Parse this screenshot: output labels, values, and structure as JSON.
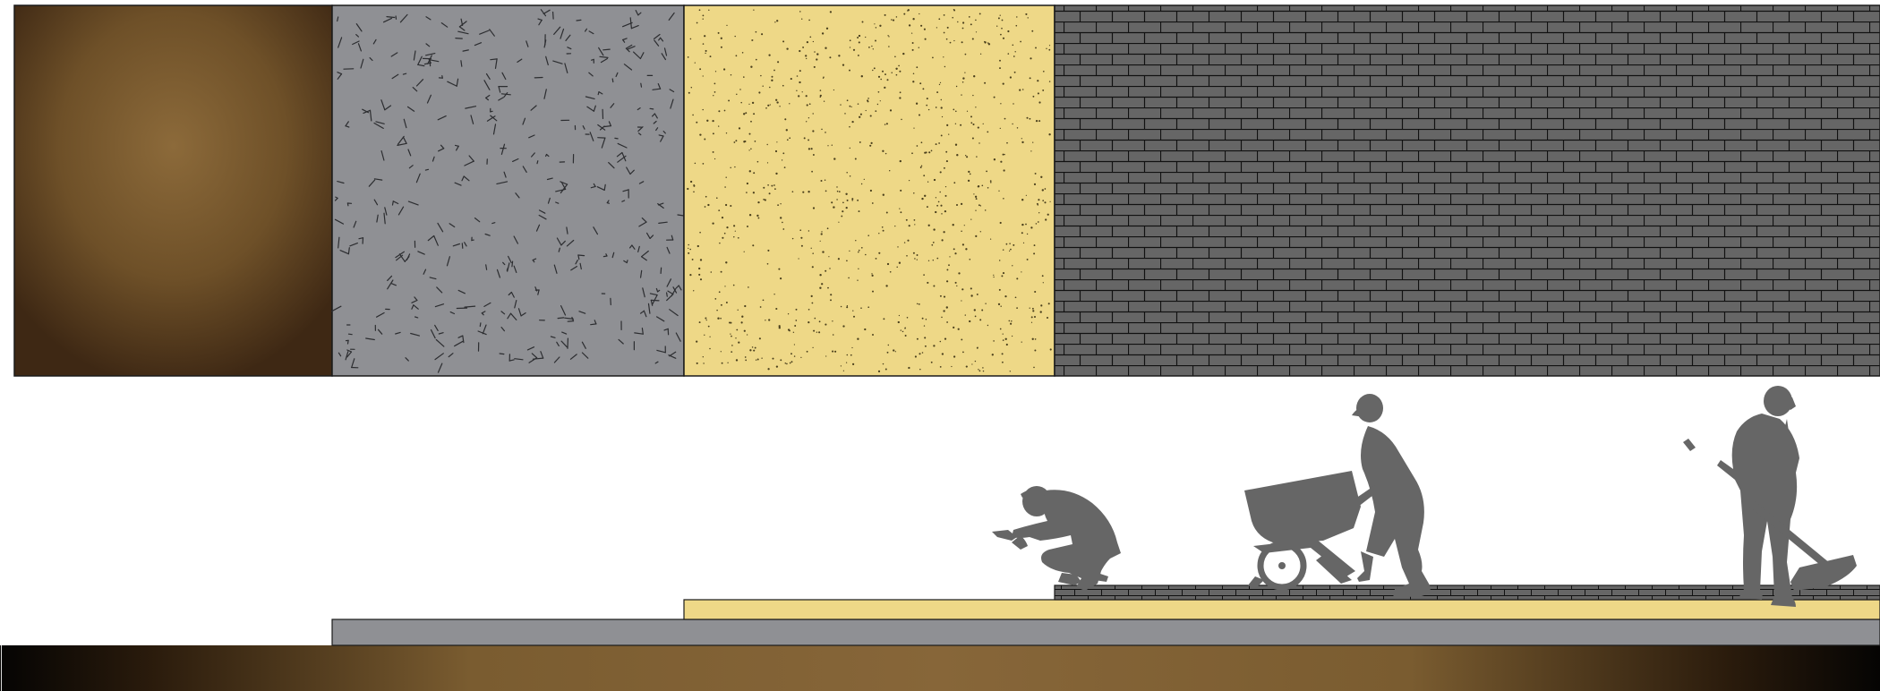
{
  "diagram": {
    "kind": "paving cross-section illustration",
    "text_labels": [],
    "colors": {
      "soil_dark": "#3e2814",
      "soil_light": "#8c6a3a",
      "gravel": "#8f9094",
      "gravel_marks": "#2c2d30",
      "sand": "#eed887",
      "sand_dots": "#4a3f1c",
      "paver": "#666666",
      "paver_joint": "#111111",
      "silhouette": "#666666",
      "outline": "#1a1a1a"
    },
    "materials": [
      {
        "id": "soil",
        "icon": "soil-swatch"
      },
      {
        "id": "gravel",
        "icon": "gravel-swatch"
      },
      {
        "id": "sand",
        "icon": "sand-swatch"
      },
      {
        "id": "pavers",
        "icon": "paver-brick-swatch"
      }
    ],
    "figures": [
      {
        "id": "kneeling-worker",
        "icon": "kneeling-worker-icon"
      },
      {
        "id": "wheelbarrow-worker",
        "icon": "wheelbarrow-worker-icon"
      },
      {
        "id": "sweeping-worker",
        "icon": "sweeping-worker-icon"
      }
    ]
  }
}
